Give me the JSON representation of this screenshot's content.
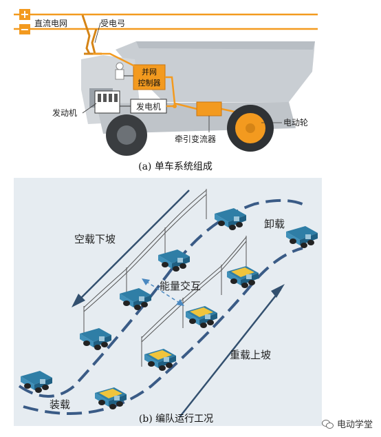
{
  "panel_a": {
    "plus_sign": "+",
    "minus_sign": "−",
    "label_dc_grid": "直流电网",
    "label_pantograph": "受电弓",
    "label_grid_controller_1": "并网",
    "label_grid_controller_2": "控制器",
    "label_engine": "发动机",
    "label_generator": "发电机",
    "label_traction_converter": "牵引变流器",
    "label_electric_wheel": "电动轮",
    "caption": "(a) 单车系统组成"
  },
  "panel_b": {
    "label_empty_downhill": "空载下坡",
    "label_unloading": "卸载",
    "label_energy_exchange": "能量交互",
    "label_loaded_uphill": "重载上坡",
    "label_loading": "装载",
    "caption": "(b) 编队运行工况"
  },
  "watermark": {
    "text": "电动学堂"
  },
  "colors": {
    "orange": "#f39a1f",
    "truck_gray": "#c9ced3",
    "panel_bg": "#e6ecf1",
    "truck_blue": "#2f7ea6",
    "truck_yellow": "#f0c43c",
    "road_dash": "#3a5b86",
    "arrow_blue": "#33506f"
  }
}
